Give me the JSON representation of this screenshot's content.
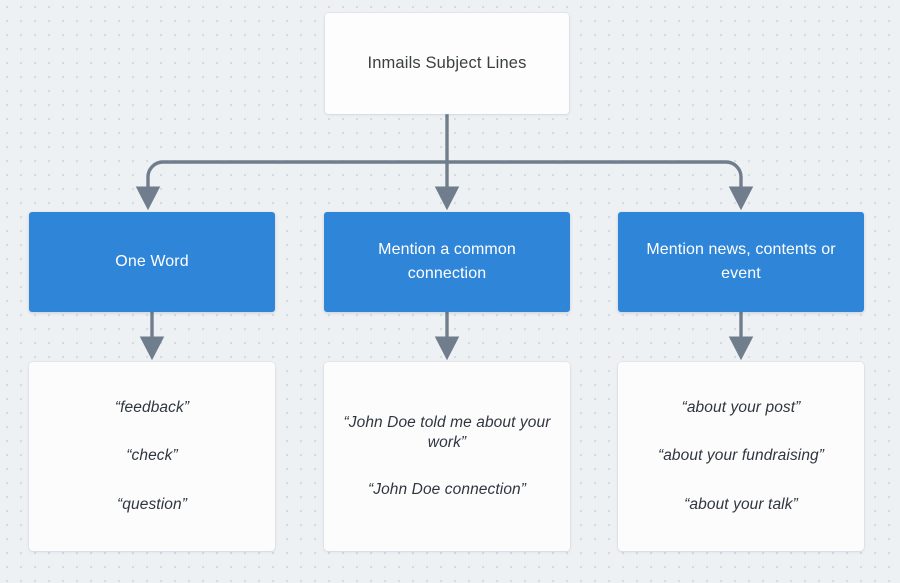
{
  "diagram": {
    "type": "tree-flowchart",
    "title": "Inmails Subject Lines",
    "background_color": "#eef1f4",
    "accent_color": "#2f86d9",
    "connector_color": "#6f7d8c",
    "root": {
      "label": "Inmails Subject Lines"
    },
    "branches": [
      {
        "id": "one-word",
        "label": "One Word",
        "examples": [
          "“feedback”",
          "“check”",
          "“question”"
        ]
      },
      {
        "id": "common-connection",
        "label": "Mention a common connection",
        "examples": [
          "“John Doe told me about your work”",
          "“John Doe connection”"
        ]
      },
      {
        "id": "news-contents-event",
        "label": "Mention news, contents or event",
        "examples": [
          "“about your post”",
          "“about your fundraising”",
          "“about your talk”"
        ]
      }
    ]
  }
}
